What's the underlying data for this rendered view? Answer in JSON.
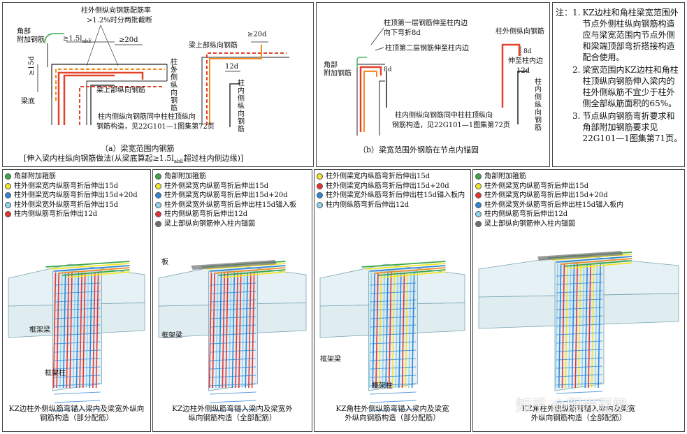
{
  "colors": {
    "red": "#e8322f",
    "orange": "#f08c22",
    "green": "#3aa84a",
    "yellow": "#f3e626",
    "blue": "#2f86d6",
    "lightblue": "#8fd3f0",
    "grey": "#6f6f6f",
    "dash": "#e3422b",
    "slab": "#cfe6ec"
  },
  "diagram_a": {
    "label_corner_bar": "角部\n附加钢筋",
    "label_ratio": "柱外侧纵向钢筋配筋率",
    "label_ratio2": ">1.2%时分两批截断",
    "label_15lab": "≥1.5l",
    "label_15lab_sub": "abE",
    "label_20d_a": "≥20d",
    "label_15d": "≥15d",
    "label_beam_bottom": "梁底",
    "label_beam_top_bar": "梁上部纵向钢筋",
    "label_inner_bar": "柱内侧纵向钢筋同中柱柱顶纵向",
    "label_inner_bar2": "钢筋构造，见22G101—1图集第72页",
    "label_beam_top_bar2": "梁上部纵向钢筋",
    "label_20d_b": "≥20d",
    "label_outer_col": "柱外侧纵向钢筋",
    "label_12d": "12d",
    "label_inner_col": "柱内侧纵向钢筋",
    "caption": "（a）梁宽范围内钢筋",
    "caption2": "[伸入梁内柱纵向钢筋做法(从梁底算起≥1.5l",
    "caption2_sub": "abE",
    "caption2_end": "超过柱内侧边缘)]"
  },
  "diagram_b": {
    "label_top1": "柱顶第一层钢筋伸至柱内边",
    "label_top1b": "向下弯折8d",
    "label_top2": "柱顶第二层钢筋伸至柱内边",
    "label_corner": "角部\n附加钢筋",
    "label_8d": "8d",
    "label_inner": "柱内侧纵向钢筋同中柱柱顶纵向",
    "label_inner2": "钢筋构造，见22G101—1图集第72页",
    "label_outer": "柱外侧纵向钢筋",
    "label_8d2": "8d",
    "label_extend": "伸至柱内边",
    "label_12d": "12d",
    "label_inner_col": "柱内侧纵向钢筋",
    "caption": "（b）梁宽范围外钢筋在节点内锚固"
  },
  "notes": {
    "prefix": "注：",
    "items": [
      {
        "num": "1.",
        "text": "KZ边柱和角柱梁宽范围外节点外侧柱纵向钢筋构造应与梁宽范围内节点外侧和梁端顶部弯折搭接构造配合使用。"
      },
      {
        "num": "2.",
        "text": "梁宽范围内KZ边柱和角柱柱顶纵向钢筋伸入梁内的柱外侧纵筋不宜少于柱外侧全部纵筋面积的65%。"
      },
      {
        "num": "3.",
        "text": "节点纵向钢筋弯折要求和角部附加钢筋要求见22G101—1图集第71页。"
      }
    ]
  },
  "panels": [
    {
      "legend": [
        {
          "color": "green",
          "text": "角部附加箍筋"
        },
        {
          "color": "yellow",
          "text": "柱外侧梁宽内纵筋弯折后伸出15d"
        },
        {
          "color": "blue",
          "text": "柱外侧梁宽内纵筋弯折后伸出15d+20d"
        },
        {
          "color": "lightblue",
          "text": "柱外侧梁宽外纵筋弯折后伸出15d"
        },
        {
          "color": "red",
          "text": "柱内侧纵筋弯折后伸出12d"
        }
      ],
      "labels": [
        "框架梁",
        "框架柱"
      ],
      "caption": "KZ边柱外侧纵筋弯锚入梁内及梁宽外纵向\n钢筋构造（部分配筋）"
    },
    {
      "legend": [
        {
          "color": "green",
          "text": "角部附加箍筋"
        },
        {
          "color": "yellow",
          "text": "柱外侧梁宽内纵筋弯折后伸出15d"
        },
        {
          "color": "blue",
          "text": "柱外侧梁宽内纵筋弯折后伸出15d+20d"
        },
        {
          "color": "lightblue",
          "text": "柱外侧梁宽外纵筋弯折后伸出柱15d锚入板"
        },
        {
          "color": "red",
          "text": "柱内侧纵筋弯折后伸出12d"
        },
        {
          "color": "grey",
          "text": "梁上部纵向钢筋伸入柱内锚固"
        }
      ],
      "labels": [
        "板",
        "框架梁"
      ],
      "caption": "KZ边柱外侧纵筋弯锚入梁内及梁宽外\n纵向钢筋构造（全部配筋）"
    },
    {
      "legend": [
        {
          "color": "yellow",
          "text": "柱外侧梁宽内纵筋弯折后伸出15d"
        },
        {
          "color": "red",
          "text": "柱外侧梁宽内纵筋弯折后伸出15d+20d"
        },
        {
          "color": "blue",
          "text": "柱外侧梁宽外纵筋弯折后伸出柱15d锚入板内"
        },
        {
          "color": "lightblue",
          "text": "柱内侧纵筋弯折后伸出12d"
        }
      ],
      "labels": [
        "框架梁",
        "框架柱"
      ],
      "caption": "KZ角柱外侧纵筋弯锚入梁内及梁宽\n外纵向钢筋构造（部分配筋）"
    },
    {
      "legend": [
        {
          "color": "green",
          "text": "角部附加箍筋"
        },
        {
          "color": "yellow",
          "text": "柱外侧梁宽内纵筋弯折后伸出15d"
        },
        {
          "color": "red",
          "text": "柱外侧梁宽内纵筋弯折后伸出15d+20d"
        },
        {
          "color": "blue",
          "text": "柱外侧梁宽外纵筋弯折后伸出柱15d锚入板内"
        },
        {
          "color": "lightblue",
          "text": "柱内侧纵筋弯折后伸出12d"
        },
        {
          "color": "grey",
          "text": "梁上部纵向钢筋伸入柱内锚固"
        }
      ],
      "labels": [],
      "caption": "KZ角柱外侧纵筋弯锚入梁内及梁宽\n外纵向钢筋构造（全部配筋）"
    }
  ],
  "watermark": "知乎 @阳光豆奶"
}
